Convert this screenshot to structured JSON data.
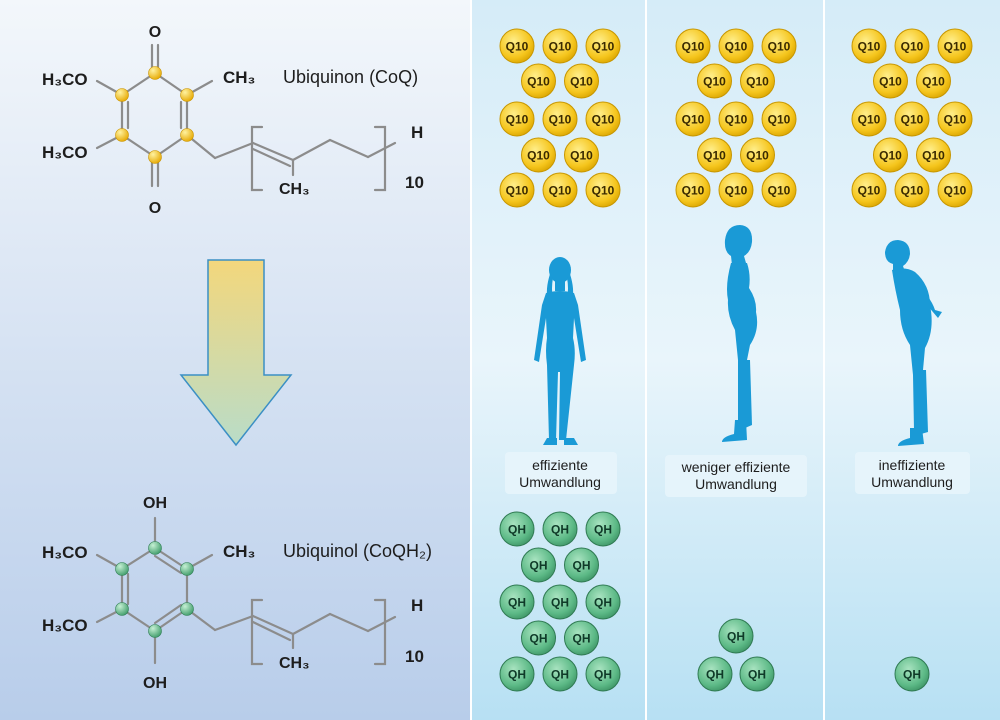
{
  "molecules": {
    "top": {
      "name": "Ubiquinon (CoQ)",
      "label_o_top": "O",
      "label_o_bottom": "O",
      "label_h3co_1": "H₃CO",
      "label_h3co_2": "H₃CO",
      "label_ch3_ring": "CH₃",
      "label_ch3_chain": "CH₃",
      "label_h": "H",
      "label_n": "10"
    },
    "bottom": {
      "name": "Ubiquinol (CoQH₂)",
      "label_oh_top": "OH",
      "label_oh_bottom": "OH",
      "label_h3co_1": "H₃CO",
      "label_h3co_2": "H₃CO",
      "label_ch3_ring": "CH₃",
      "label_ch3_chain": "CH₃",
      "label_h": "H",
      "label_n": "10"
    }
  },
  "columns": [
    {
      "caption_lines": [
        "effiziente",
        "Umwandlung"
      ],
      "q10_count": 13,
      "qh_count": 13
    },
    {
      "caption_lines": [
        "weniger effiziente",
        "Umwandlung"
      ],
      "q10_count": 13,
      "qh_count": 3
    },
    {
      "caption_lines": [
        "ineffiziente",
        "Umwandlung"
      ],
      "q10_count": 13,
      "qh_count": 1
    }
  ],
  "bubbles": {
    "q10_label": "Q10",
    "qh_label": "QH"
  },
  "colors": {
    "silhouette": "#1a9ad6",
    "q10": "#f2c21a",
    "qh": "#5dbb88",
    "arrow_top": "#f3d77c",
    "arrow_bottom": "#b9dcc8"
  }
}
